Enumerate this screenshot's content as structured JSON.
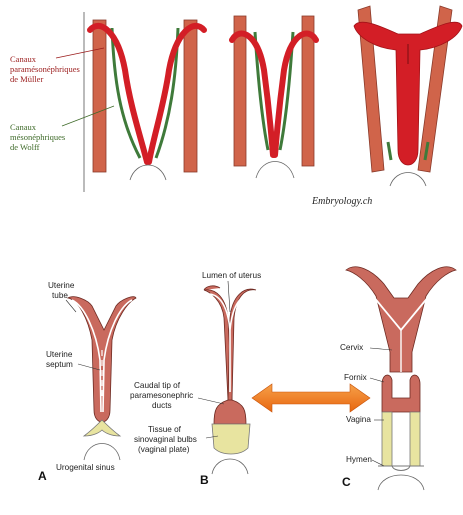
{
  "top_panel": {
    "labels": {
      "paramesonephric": [
        "Canaux",
        "paramésonéphriques",
        "de Müller"
      ],
      "mesonephric": [
        "Canaux",
        "mésonéphriques",
        "de Wolff"
      ]
    },
    "credit": "Embryology.ch"
  },
  "bottom_panel": {
    "labels": {
      "uterine_tube": [
        "Uterine",
        "tube"
      ],
      "uterine_septum": [
        "Uterine",
        "septum"
      ],
      "urogenital_sinus": "Urogenital sinus",
      "lumen_of_uterus": "Lumen of uterus",
      "caudal_tip": [
        "Caudal tip of",
        "paramesonephric",
        "ducts"
      ],
      "tissue_sinovaginal": [
        "Tissue of",
        "sinovaginal bulbs",
        "(vaginal plate)"
      ],
      "cervix": "Cervix",
      "fornix": "Fornix",
      "vagina": "Vagina",
      "hymen": "Hymen"
    },
    "panel_letters": [
      "A",
      "B",
      "C"
    ]
  },
  "colors": {
    "muller_red": "#d31e26",
    "mesonephric_green": "#3f7a3a",
    "mesonephric_outer": "#d0644a",
    "uterus_tissue": "#c96a5e",
    "vaginal_plate": "#e8e4a0",
    "arrow_orange": "#f07a1a"
  }
}
